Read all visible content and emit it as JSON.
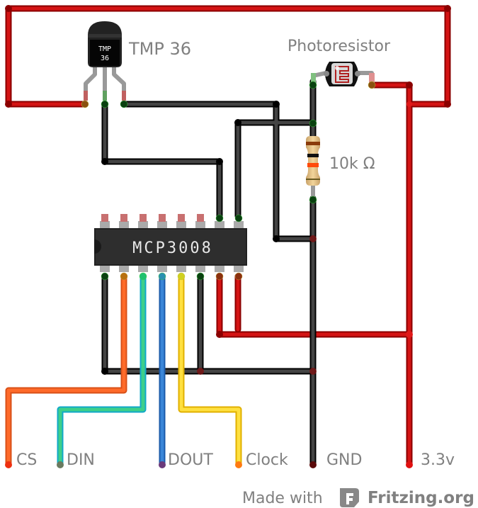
{
  "title": "MCP3008 with TMP36 and Photoresistor breadboard schematic",
  "components": {
    "temperature_sensor": {
      "label": "TMP 36",
      "body_text_line1": "TMP",
      "body_text_line2": "36"
    },
    "photoresistor": {
      "label": "Photoresistor"
    },
    "resistor": {
      "label": "10k Ω",
      "bands": [
        "#8a3b0a",
        "#111111",
        "#ff4a0a",
        "#c8a030"
      ]
    },
    "adc_chip": {
      "label": "MCP3008",
      "pin_count": 16
    }
  },
  "wire_colors": {
    "power": "#cc1111",
    "ground": "#3a3a3a",
    "cs": "#ff6b2a",
    "din": "#3ecf8a",
    "dout": "#3a86d8",
    "clock": "#ffe040"
  },
  "terminals": [
    {
      "id": "cs",
      "label": "CS"
    },
    {
      "id": "din",
      "label": "DIN"
    },
    {
      "id": "dout",
      "label": "DOUT"
    },
    {
      "id": "clock",
      "label": "Clock"
    },
    {
      "id": "gnd",
      "label": "GND"
    },
    {
      "id": "vcc",
      "label": "3.3v"
    }
  ],
  "footer": {
    "made_with": "Made with",
    "brand": "Fritzing.org"
  }
}
